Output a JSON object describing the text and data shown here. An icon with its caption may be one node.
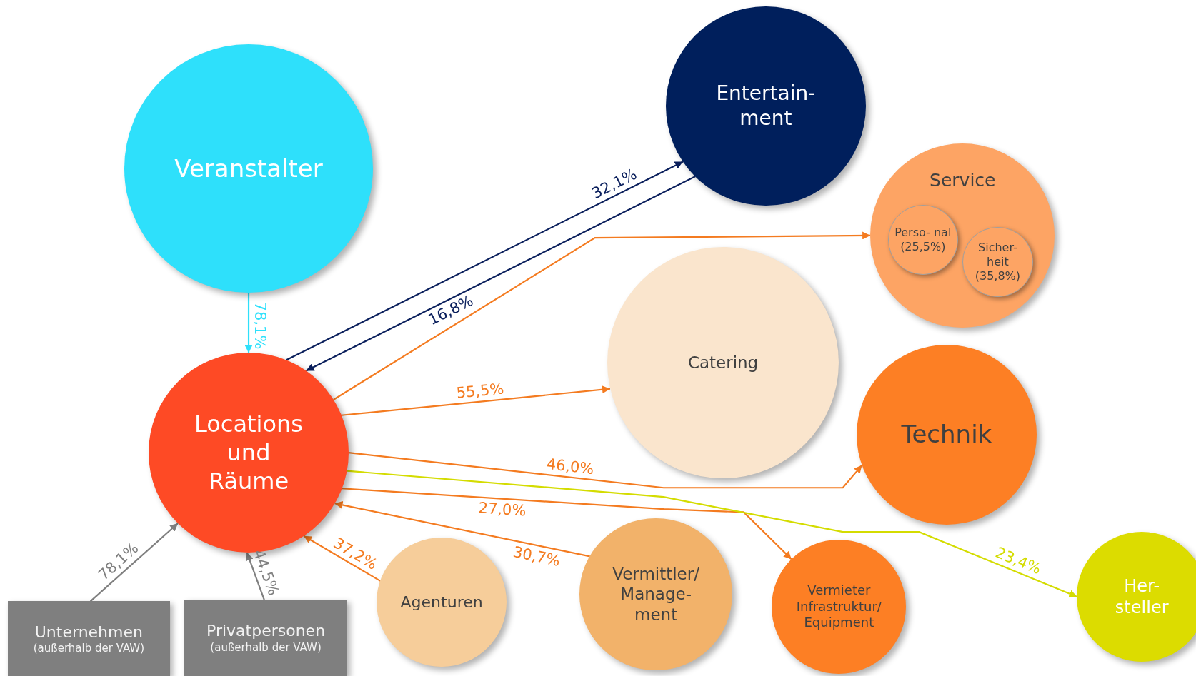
{
  "diagram": {
    "nodes": [
      {
        "text": [
          "Veranstalter"
        ]
      },
      {
        "text": [
          "Entertain- ment"
        ]
      },
      {
        "text": [
          "Service"
        ]
      },
      {
        "text": [
          "Perso- nal (25,5%)"
        ],
        "in": 2
      },
      {
        "text": [
          "Sicher- heit (35,8%)"
        ],
        "in": 2
      },
      {
        "text": [
          "Catering"
        ]
      },
      {
        "text": [
          "Locations und Räume"
        ]
      },
      {
        "text": [
          "Technik"
        ]
      },
      {
        "text": [
          "Agenturen"
        ]
      },
      {
        "text": [
          "Vermittler/ Manage- ment"
        ]
      },
      {
        "text": [
          "Vermieter Infrastruktur/ Equipment"
        ]
      },
      {
        "text": [
          "Her- steller"
        ]
      },
      {
        "text": [
          "Unternehmen",
          "(außerhalb der VAW)"
        ]
      },
      {
        "text": [
          "Privatpersonen",
          "(außerhalb der VAW)"
        ]
      }
    ],
    "edges": [
      {
        "from": 0,
        "to": 6,
        "arrow": "to",
        "label": "78,1%",
        "color": "#2ee0fb"
      },
      {
        "from": 6,
        "to": 1,
        "arrow": "to",
        "label": "32,1%",
        "color": "#0a1f5c"
      },
      {
        "from": 1,
        "to": 6,
        "arrow": "to",
        "label": "16,8%",
        "color": "#0a1f5c"
      },
      {
        "from": 6,
        "to": 2,
        "arrow": "to"
      },
      {
        "from": 6,
        "to": 5,
        "arrow": "to",
        "label": "55,5%"
      },
      {
        "from": 6,
        "to": 7,
        "arrow": "to",
        "label": "46,0%"
      },
      {
        "from": 6,
        "to": 10,
        "arrow": "to",
        "label": "27,0%"
      },
      {
        "from": 9,
        "to": 6,
        "arrow": "to",
        "label": "30,7%"
      },
      {
        "from": 8,
        "to": 6,
        "arrow": "to",
        "label": "37,2%"
      },
      {
        "from": 6,
        "to": 11,
        "arrow": "to",
        "label": "23,4%",
        "color": "#d4dc00"
      },
      {
        "from": 12,
        "to": 6,
        "arrow": "to",
        "label": "78,1%",
        "color": "#7f7f7f"
      },
      {
        "from": 13,
        "to": 6,
        "arrow": "to",
        "label": "44,5%",
        "color": "#7f7f7f"
      }
    ]
  }
}
